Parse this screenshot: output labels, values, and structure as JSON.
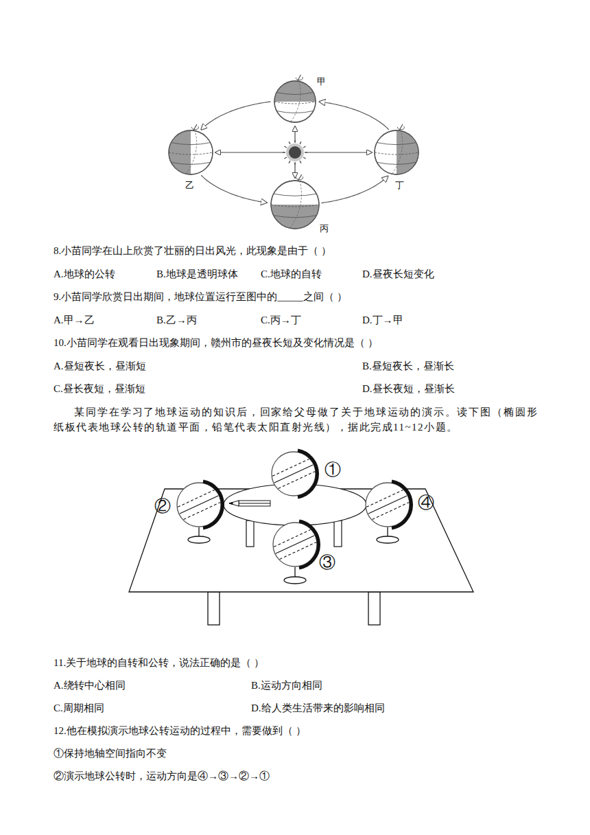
{
  "diagram": {
    "nodes": [
      {
        "text": [
          "甲"
        ]
      },
      {
        "text": [
          "乙"
        ]
      },
      {
        "text": [
          "丙"
        ]
      },
      {
        "text": [
          "丁"
        ]
      },
      {
        "text": [
          "①"
        ]
      },
      {
        "text": [
          "②"
        ]
      },
      {
        "text": [
          "③"
        ]
      },
      {
        "text": [
          "④"
        ]
      }
    ],
    "edges": [
      {
        "from": 0,
        "to": 1,
        "arrow": "to"
      },
      {
        "from": 1,
        "to": 2,
        "arrow": "to"
      },
      {
        "from": 2,
        "to": 3,
        "arrow": "to"
      },
      {
        "from": 3,
        "to": 0,
        "arrow": "to"
      }
    ],
    "labels": [
      "8.小苗同学在山上欣赏了壮丽的日出风光，此现象是由于（ ）",
      "A.地球的公转",
      "B.地球是透明球体",
      "C.地球的自转",
      "D.昼夜长短变化",
      "9.小苗同学欣赏日出期间，地球位置运行至图中的_____之间（ ）",
      "A.甲→乙",
      "B.乙→丙",
      "C.丙→丁",
      "D.丁→甲",
      "10.小苗同学在观看日出现象期间，赣州市的昼夜长短及变化情况是（ ）",
      "A.昼短夜长，昼渐短",
      "B.昼短夜长，昼渐长",
      "C.昼长夜短，昼渐短",
      "D.昼长夜短，昼渐长",
      "某同学在学习了地球运动的知识后，回家给父母做了关于地球运动的演示。读下图（椭圆形纸板代表地球公转的轨道平面，铅笔代表太阳直射光线），据此完成11~12小题。",
      "11.关于地球的自转和公转，说法正确的是（ ）",
      "A.绕转中心相同",
      "B.运动方向相同",
      "C.周期相同",
      "D.给人类生活带来的影响相同",
      "12.他在模拟演示地球公转运动的过程中，需要做到（ ）",
      "①保持地轴空间指向不变",
      "②演示地球公转时，运动方向是④→③→②→①"
    ]
  }
}
